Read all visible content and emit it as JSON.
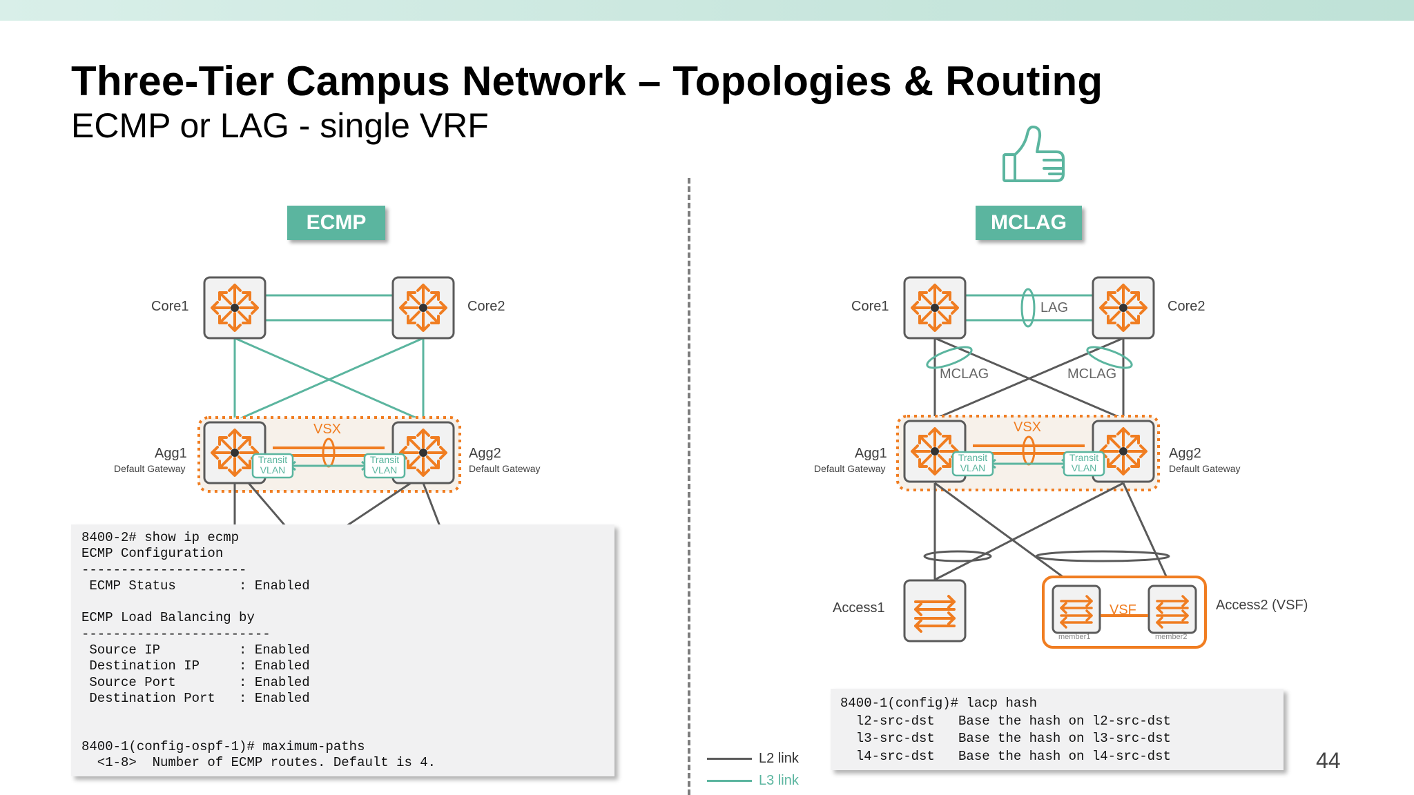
{
  "slide": {
    "title": "Three-Tier Campus Network – Topologies & Routing",
    "subtitle": "ECMP or LAG - single VRF",
    "page_number": "44"
  },
  "left": {
    "tag": "ECMP",
    "core1": "Core1",
    "core2": "Core2",
    "agg1": "Agg1",
    "agg2": "Agg2",
    "default_gateway": "Default Gateway",
    "vsx": "VSX",
    "transit_vlan_1": "Transit",
    "transit_vlan_2": "VLAN"
  },
  "right": {
    "tag": "MCLAG",
    "core1": "Core1",
    "core2": "Core2",
    "lag": "LAG",
    "mclag": "MCLAG",
    "agg1": "Agg1",
    "agg2": "Agg2",
    "default_gateway": "Default Gateway",
    "vsx": "VSX",
    "transit_vlan_1": "Transit",
    "transit_vlan_2": "VLAN",
    "access1": "Access1",
    "access2": "Access2 (VSF)",
    "vsf": "VSF",
    "member1": "member1",
    "member2": "member2"
  },
  "cli_left": [
    "8400-2# show ip ecmp",
    "ECMP Configuration",
    "---------------------",
    " ECMP Status        : Enabled",
    "",
    "ECMP Load Balancing by",
    "------------------------",
    " Source IP          : Enabled",
    " Destination IP     : Enabled",
    " Source Port        : Enabled",
    " Destination Port   : Enabled",
    "",
    "",
    "8400-1(config-ospf-1)# maximum-paths",
    "  <1-8>  Number of ECMP routes. Default is 4."
  ],
  "cli_right": [
    "8400-1(config)# lacp hash",
    "  l2-src-dst   Base the hash on l2-src-dst",
    "  l3-src-dst   Base the hash on l3-src-dst",
    "  l4-src-dst   Base the hash on l4-src-dst"
  ],
  "legend": {
    "l2": "L2 link",
    "l3": "L3 link"
  },
  "colors": {
    "l2_link": "#5a5a5a",
    "l3_link": "#5bb59f",
    "vsx_orange": "#f07d21",
    "tag_green": "#5bb59f"
  },
  "icons": [
    "thumbs-up-icon",
    "router-icon",
    "switch-icon"
  ]
}
